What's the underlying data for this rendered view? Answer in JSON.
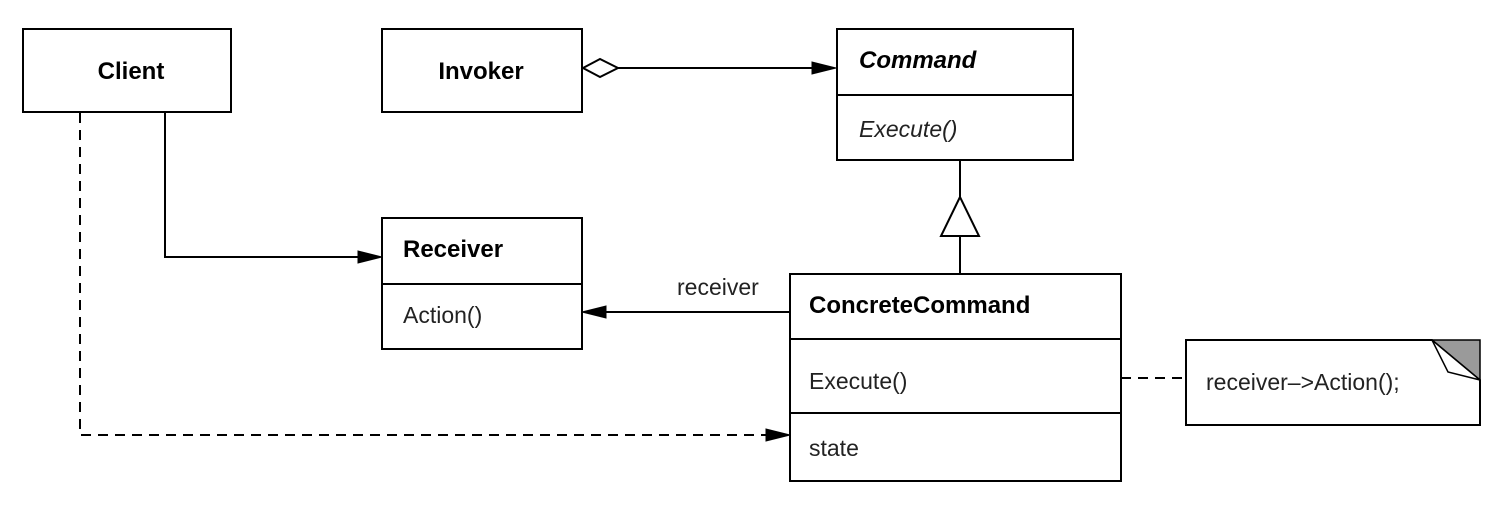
{
  "classes": {
    "client": {
      "name": "Client"
    },
    "invoker": {
      "name": "Invoker"
    },
    "command": {
      "name": "Command",
      "operation": "Execute()"
    },
    "receiver": {
      "name": "Receiver",
      "operation": "Action()"
    },
    "concrete_command": {
      "name": "ConcreteCommand",
      "operation": "Execute()",
      "attribute": "state"
    }
  },
  "associations": {
    "receiver_role": "receiver"
  },
  "note": {
    "text": "receiver–>Action();"
  }
}
